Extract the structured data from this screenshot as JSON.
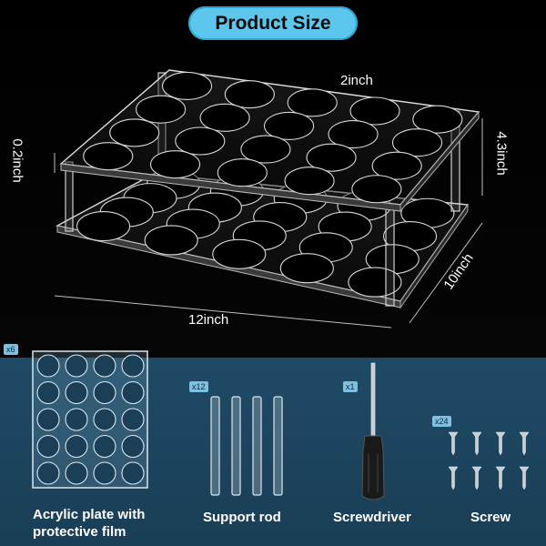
{
  "title": "Product Size",
  "dimensions": {
    "top_width": "2inch",
    "thickness": "0.2inch",
    "height": "4.3inch",
    "length": "12inch",
    "depth": "10inch"
  },
  "parts": [
    {
      "quantity": "x6",
      "label": "Acrylic plate with protective film",
      "icon": "acrylic-plate-icon"
    },
    {
      "quantity": "x12",
      "label": "Support rod",
      "icon": "support-rod-icon"
    },
    {
      "quantity": "x1",
      "label": "Screwdriver",
      "icon": "screwdriver-icon"
    },
    {
      "quantity": "x24",
      "label": "Screw",
      "icon": "screw-icon"
    }
  ],
  "colors": {
    "accent": "#5cc6ec",
    "panel": "#1f4a66",
    "background": "#000000"
  }
}
